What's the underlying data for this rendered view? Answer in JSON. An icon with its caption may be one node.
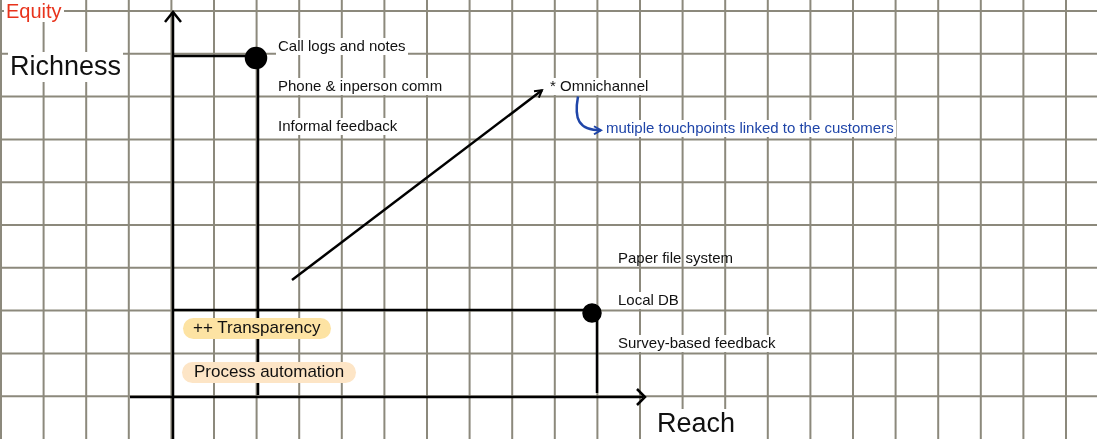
{
  "diagram": {
    "nodes": [
      {
        "text": [
          "++ Transparency"
        ]
      },
      {
        "text": [
          "Process automation"
        ]
      },
      {
        "text": [
          "* Omnichannel"
        ]
      },
      {
        "text": [
          "mutiple touchpoints linked to the customers"
        ]
      }
    ],
    "edges": [
      {
        "from": null,
        "to": 2,
        "arrow": "to"
      },
      {
        "from": 2,
        "to": 3,
        "arrow": "to",
        "color": "#1f45a8"
      }
    ],
    "labels": [
      "Equity",
      "Richness",
      "Call logs and notes",
      "Phone & inperson comm",
      "Informal feedback",
      "Paper file system",
      "Local DB",
      "Survey-based feedback",
      "Reach"
    ]
  }
}
